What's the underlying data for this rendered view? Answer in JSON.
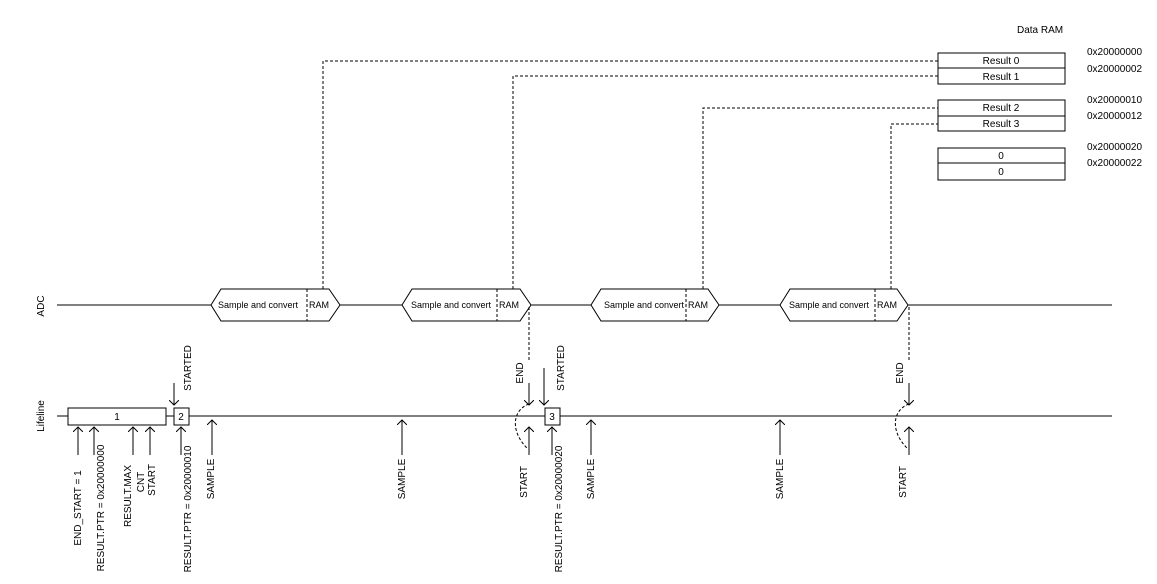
{
  "ram": {
    "title": "Data RAM",
    "blocks": [
      {
        "cells": [
          "Result 0",
          "Result 1"
        ],
        "addresses": [
          "0x20000000",
          "0x20000002"
        ]
      },
      {
        "cells": [
          "Result 2",
          "Result 3"
        ],
        "addresses": [
          "0x20000010",
          "0x20000012"
        ]
      },
      {
        "cells": [
          "0",
          "0"
        ],
        "addresses": [
          "0x20000020",
          "0x20000022"
        ]
      }
    ]
  },
  "adc": {
    "label": "ADC",
    "conversions": [
      {
        "text": "Sample and convert",
        "ram": "RAM"
      },
      {
        "text": "Sample and convert",
        "ram": "RAM"
      },
      {
        "text": "Sample and convert",
        "ram": "RAM"
      },
      {
        "text": "Sample and convert",
        "ram": "RAM"
      }
    ]
  },
  "lifeline": {
    "label": "Lifeline",
    "states": [
      "1",
      "2",
      "3"
    ],
    "tasks": [
      "END_START = 1",
      "RESULT.PTR = 0x20000000",
      "RESULT.MAX",
      "CNT",
      "START",
      "RESULT.PTR = 0x20000010",
      "RESULT.PTR = 0x20000020"
    ],
    "events": [
      "STARTED",
      "END",
      "STARTED",
      "END"
    ],
    "samples": [
      "SAMPLE",
      "SAMPLE",
      "SAMPLE",
      "SAMPLE"
    ],
    "starts": [
      "START",
      "START"
    ]
  }
}
